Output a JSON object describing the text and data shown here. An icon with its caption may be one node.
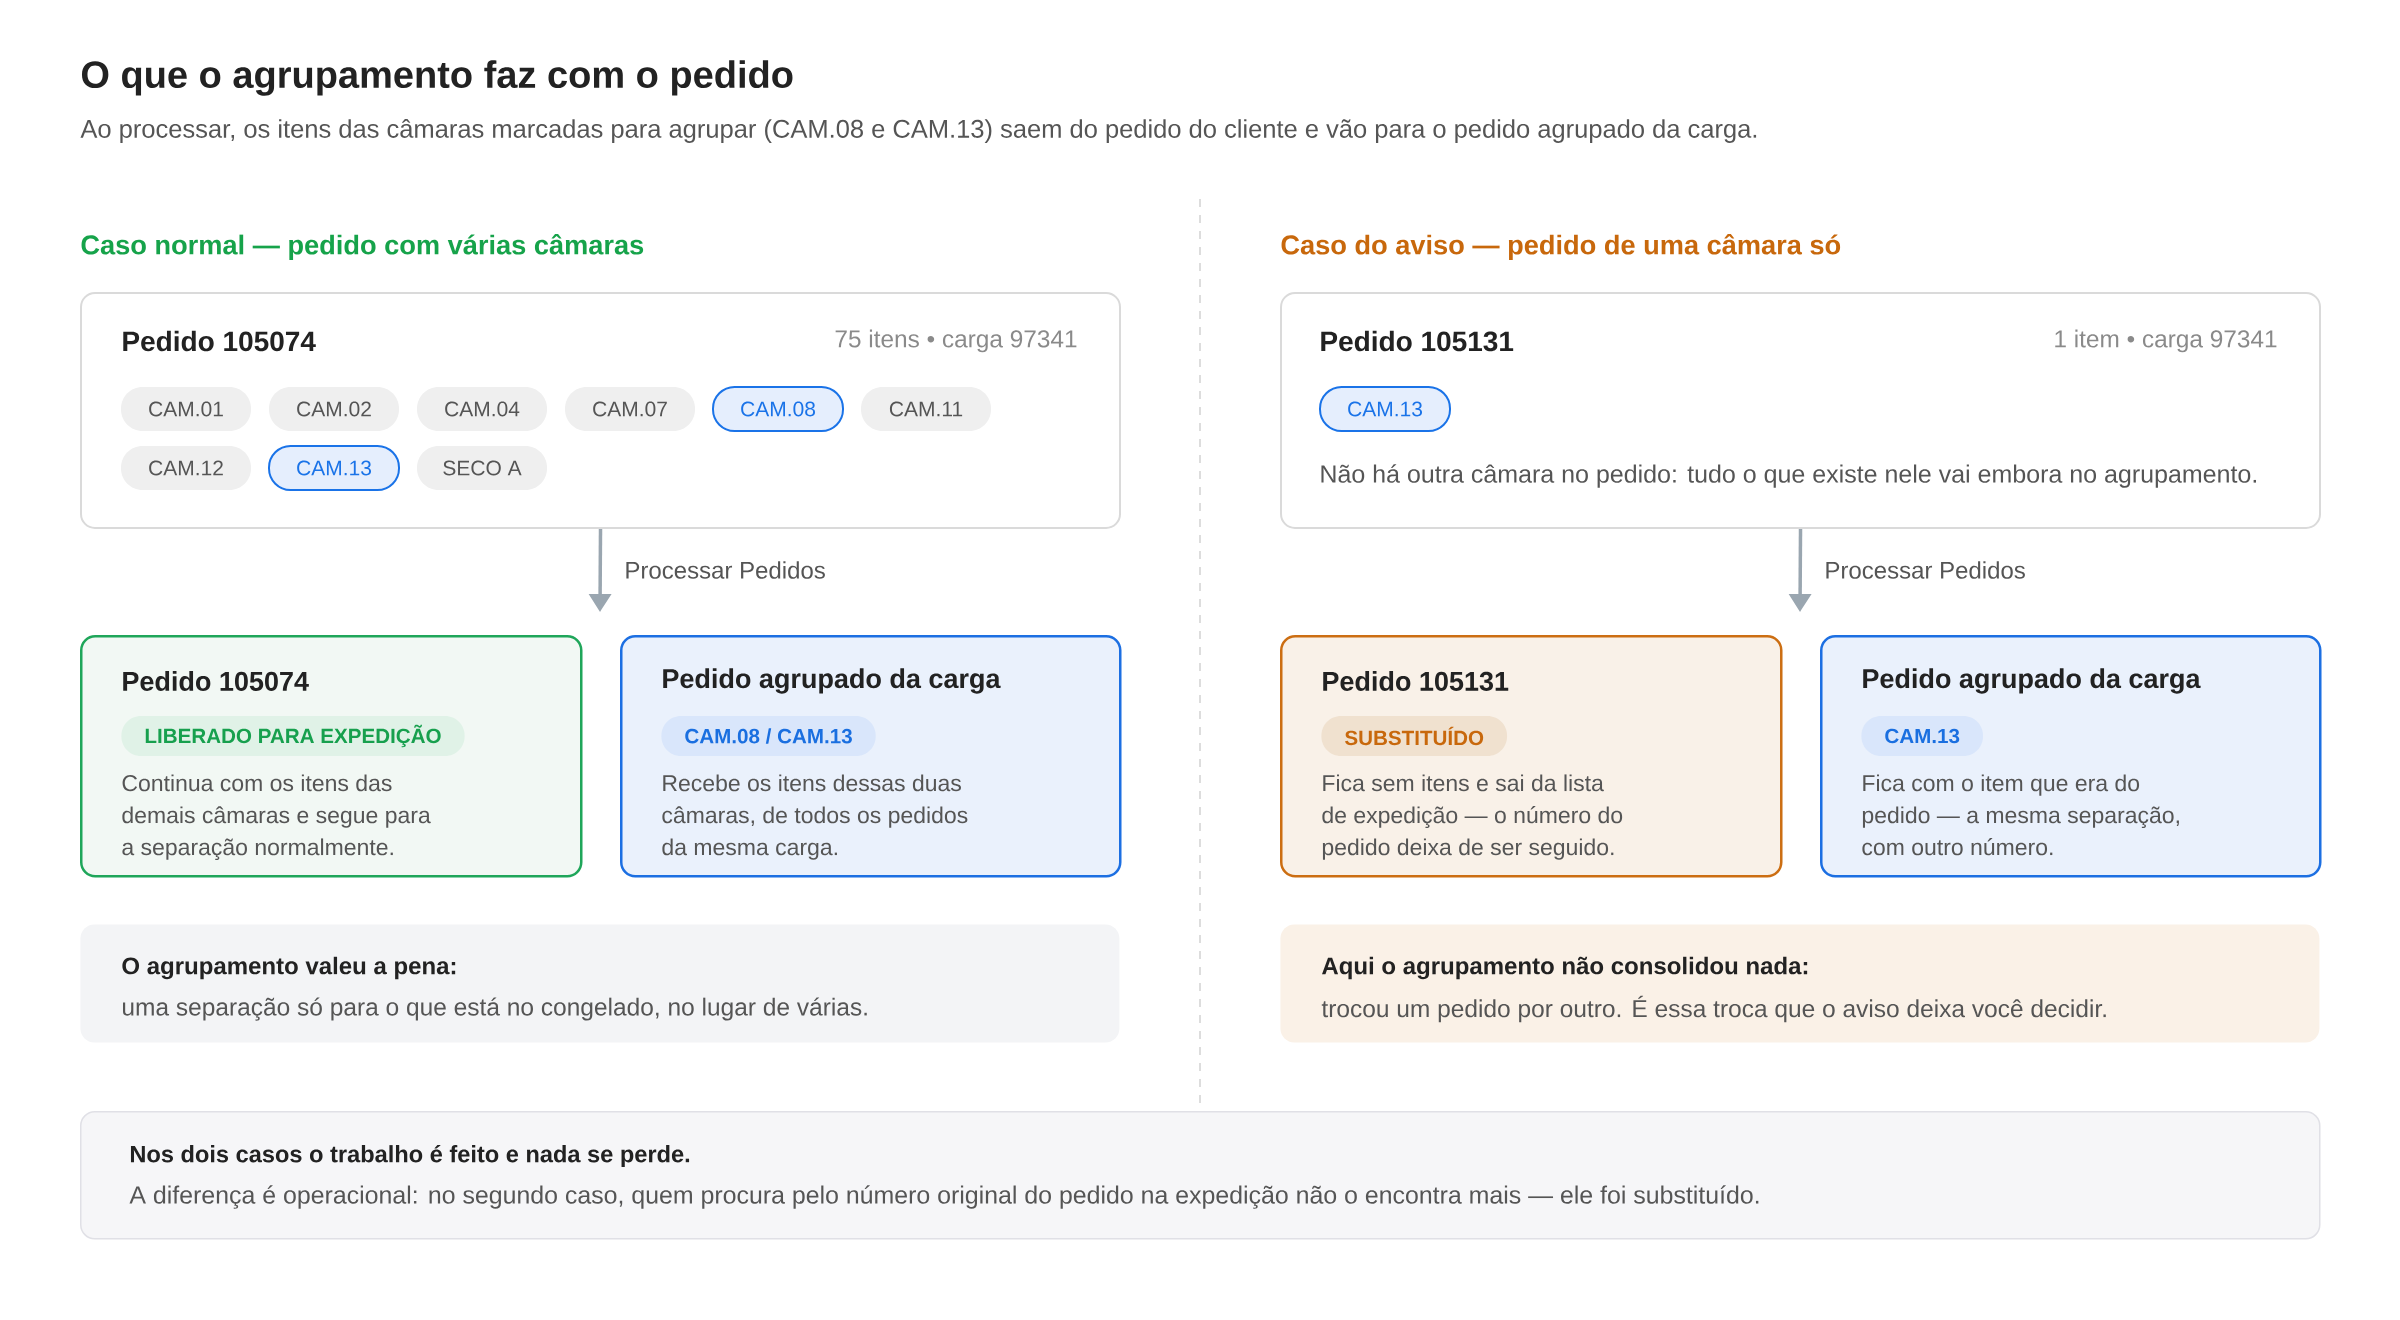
{
  "diagram": {
    "title": "O que o agrupamento faz com o pedido",
    "nodes": [
      {
        "text": [
          "Pedido 105074",
          "75 itens • carga 97341"
        ]
      },
      {
        "text": [
          "CAM.01"
        ],
        "in": 0
      },
      {
        "text": [
          "CAM.02"
        ],
        "in": 0
      },
      {
        "text": [
          "CAM.04"
        ],
        "in": 0
      },
      {
        "text": [
          "CAM.07"
        ],
        "in": 0
      },
      {
        "text": [
          "CAM.08"
        ],
        "in": 0
      },
      {
        "text": [
          "CAM.11"
        ],
        "in": 0
      },
      {
        "text": [
          "CAM.12"
        ],
        "in": 0
      },
      {
        "text": [
          "CAM.13"
        ],
        "in": 0
      },
      {
        "text": [
          "SECO A"
        ],
        "in": 0
      },
      {
        "text": [
          "Pedido 105074",
          "Continua com os itens das demais câmaras e segue para a separação normalmente."
        ]
      },
      {
        "text": [
          "LIBERADO PARA EXPEDIÇÃO"
        ],
        "in": 10
      },
      {
        "text": [
          "Pedido agrupado da carga",
          "Recebe os itens dessas duas câmaras, de todos os pedidos da mesma carga."
        ]
      },
      {
        "text": [
          "CAM.08 / CAM.13"
        ],
        "in": 12
      },
      {
        "text": [
          "O agrupamento valeu a pena:",
          "uma separação só para o que está no congelado, no lugar de várias."
        ]
      },
      {
        "text": [
          "Pedido 105131",
          "1 item • carga 97341",
          "Não há outra câmara no pedido: tudo o que existe nele vai embora no agrupamento."
        ]
      },
      {
        "text": [
          "CAM.13"
        ],
        "in": 15
      },
      {
        "text": [
          "Pedido 105131",
          "Fica sem itens e sai da lista de expedição — o número do pedido deixa de ser seguido."
        ]
      },
      {
        "text": [
          "SUBSTITUÍDO"
        ],
        "in": 17
      },
      {
        "text": [
          "Pedido agrupado da carga",
          "Fica com o item que era do pedido — a mesma separação, com outro número."
        ]
      },
      {
        "text": [
          "CAM.13"
        ],
        "in": 19
      },
      {
        "text": [
          "Aqui o agrupamento não consolidou nada:",
          "trocou um pedido por outro. É essa troca que o aviso deixa você decidir."
        ]
      },
      {
        "text": [
          "Nos dois casos o trabalho é feito e nada se perde.",
          "A diferença é operacional: no segundo caso, quem procura pelo número original do pedido na expedição não o encontra mais — ele foi substituído."
        ]
      }
    ],
    "edges": [
      {
        "from": 0,
        "to": null,
        "arrow": "to",
        "label": "Processar Pedidos"
      },
      {
        "from": 15,
        "to": null,
        "arrow": "to",
        "label": "Processar Pedidos"
      }
    ],
    "labels": [
      "Ao processar, os itens das câmaras marcadas para agrupar (CAM.08 e CAM.13) saem do pedido do cliente e vão para o pedido agrupado da carga.",
      "Caso normal — pedido com várias câmaras",
      "Caso do aviso — pedido de uma câmara só"
    ]
  }
}
